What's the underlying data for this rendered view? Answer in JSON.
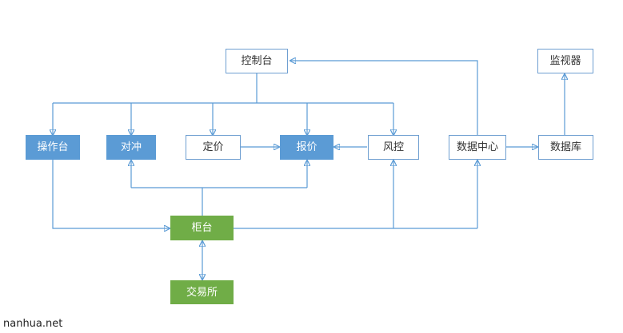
{
  "diagram": {
    "nodes": {
      "control": "控制台",
      "monitor": "监视器",
      "operator": "操作台",
      "hedge": "对冲",
      "pricing": "定价",
      "quote": "报价",
      "risk": "风控",
      "datacenter": "数据中心",
      "database": "数据库",
      "counter": "柜台",
      "exchange": "交易所"
    },
    "colors": {
      "line": "#5b9bd5",
      "blue_fill": "#5b9bd5",
      "green_fill": "#70ad47",
      "border": "#6f9fd1"
    }
  },
  "watermark": "nanhua.net"
}
